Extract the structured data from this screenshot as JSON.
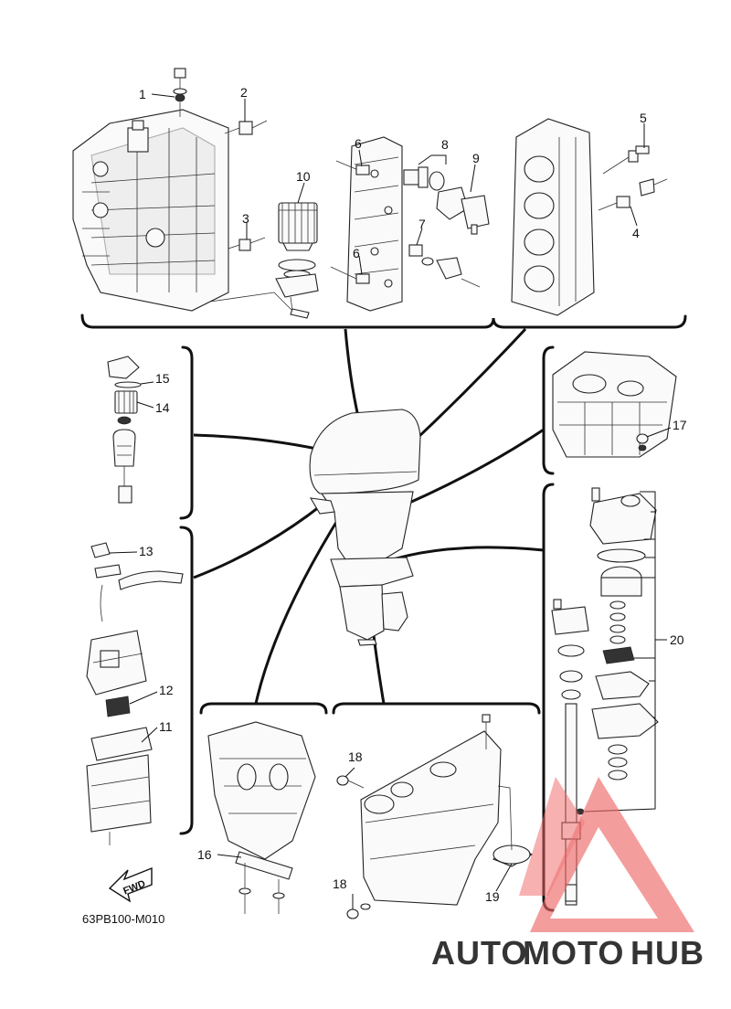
{
  "diagram": {
    "drawing_code": "63PB100-M010",
    "fwd_label": "FWD",
    "callouts": {
      "c1": "1",
      "c2": "2",
      "c3": "3",
      "c4": "4",
      "c5": "5",
      "c6a": "6",
      "c6b": "6",
      "c7": "7",
      "c8": "8",
      "c9": "9",
      "c10": "10",
      "c11": "11",
      "c12": "12",
      "c13": "13",
      "c14": "14",
      "c15": "15",
      "c16": "16",
      "c17": "17",
      "c18a": "18",
      "c18b": "18",
      "c19": "19",
      "c20": "20"
    }
  },
  "watermark": {
    "part1": "AUTO",
    "part2": "MOTO",
    "part3": "HUB",
    "color_orange": "#f5a25a",
    "color_red": "#ee5555",
    "color_gray": "#7a7a7a"
  }
}
